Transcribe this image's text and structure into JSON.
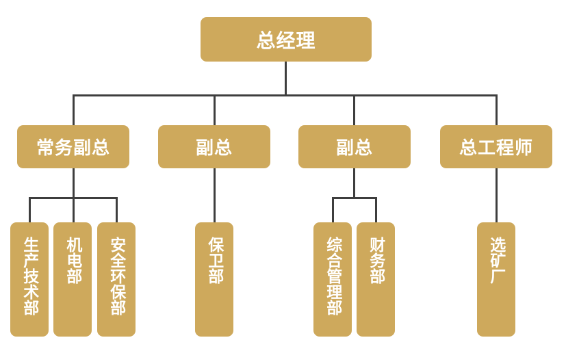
{
  "colors": {
    "node_fill": "#CEA95C",
    "node_text": "#FFFFFF",
    "connector": "#3E3E3E",
    "background": "#FFFFFF"
  },
  "org": {
    "root": "总经理",
    "managers": [
      {
        "title": "常务副总",
        "departments": [
          "生产技术部",
          "机电部",
          "安全环保部"
        ]
      },
      {
        "title": "副总",
        "departments": [
          "保卫部"
        ]
      },
      {
        "title": "副总",
        "departments": [
          "综合管理部",
          "财务部"
        ]
      },
      {
        "title": "总工程师",
        "departments": [
          "选矿厂"
        ]
      }
    ]
  }
}
